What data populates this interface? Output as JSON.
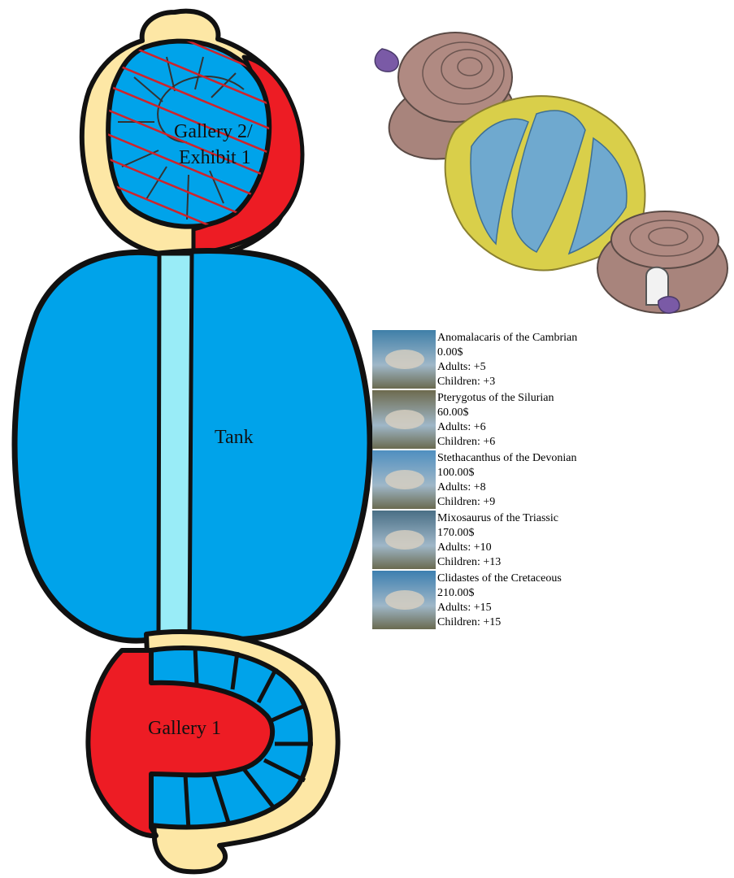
{
  "map": {
    "labels": {
      "gallery2_line1": "Gallery 2/",
      "gallery2_line2": "Exhibit 1",
      "tank": "Tank",
      "gallery1": "Gallery 1"
    },
    "colors": {
      "water": "#00a3ea",
      "corridor": "#99ecf7",
      "red": "#ed1c24",
      "sand": "#fde7a5",
      "outline": "#111111",
      "hatch": "#d0222a"
    }
  },
  "sketch": {
    "icon": "museum-building-sketch",
    "colors": {
      "shell": "#a8847c",
      "frame": "#d9cf4a",
      "glass": "#6fa9cf",
      "purple": "#7a5aa6"
    }
  },
  "exhibits": [
    {
      "name": "Anomalacaris of the Cambrian",
      "price": "0.00$",
      "adults": "Adults: +5",
      "children": "Children: +3",
      "thumb_icon": "anomalocaris-thumbnail",
      "thumb_color": "#3f7fa8"
    },
    {
      "name": "Pterygotus of the Silurian",
      "price": "60.00$",
      "adults": "Adults: +6",
      "children": "Children: +6",
      "thumb_icon": "pterygotus-thumbnail",
      "thumb_color": "#6d6a4e"
    },
    {
      "name": "Stethacanthus of the Devonian",
      "price": "100.00$",
      "adults": "Adults: +8",
      "children": "Children: +9",
      "thumb_icon": "stethacanthus-thumbnail",
      "thumb_color": "#4f8fc0"
    },
    {
      "name": "Mixosaurus of the Triassic",
      "price": "170.00$",
      "adults": "Adults: +10",
      "children": "Children: +13",
      "thumb_icon": "mixosaurus-thumbnail",
      "thumb_color": "#4a6f86"
    },
    {
      "name": "Clidastes of the Cretaceous",
      "price": "210.00$",
      "adults": "Adults: +15",
      "children": "Children: +15",
      "thumb_icon": "clidastes-thumbnail",
      "thumb_color": "#3d7fb0"
    }
  ]
}
